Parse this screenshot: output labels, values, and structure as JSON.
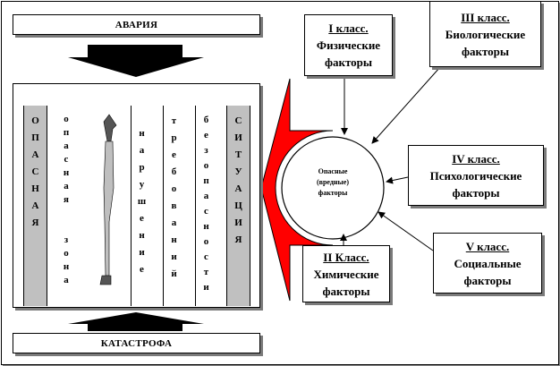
{
  "top_bar": {
    "label": "АВАРИЯ"
  },
  "bottom_bar": {
    "label": "КАТАСТРОФА"
  },
  "columns": [
    {
      "text": "ОПАСНАЯ",
      "shaded": true
    },
    {
      "text": "опасная  зона",
      "shaded": false
    },
    {
      "text": "",
      "shaded": false
    },
    {
      "text": "нарушение",
      "shaded": false
    },
    {
      "text": "требований",
      "shaded": false
    },
    {
      "text": "безопасности",
      "shaded": false
    },
    {
      "text": "СИТУАЦИЯ",
      "shaded": true
    }
  ],
  "center": {
    "line1": "Опасные",
    "line2": "(вредные)",
    "line3": "факторы"
  },
  "classes": [
    {
      "title": "I класс.",
      "line1": "Физические",
      "line2": "факторы"
    },
    {
      "title": "III класс.",
      "line1": "Биологические",
      "line2": "факторы"
    },
    {
      "title": "IV класс.",
      "line1": "Психологические",
      "line2": "факторы"
    },
    {
      "title": "V класс.",
      "line1": "Социальные",
      "line2": "факторы"
    },
    {
      "title": "II Класс.",
      "line1": "Химические",
      "line2": "факторы"
    }
  ],
  "colors": {
    "accent": "#ff0000",
    "shade": "#c0c0c0",
    "arrow": "#000000"
  }
}
